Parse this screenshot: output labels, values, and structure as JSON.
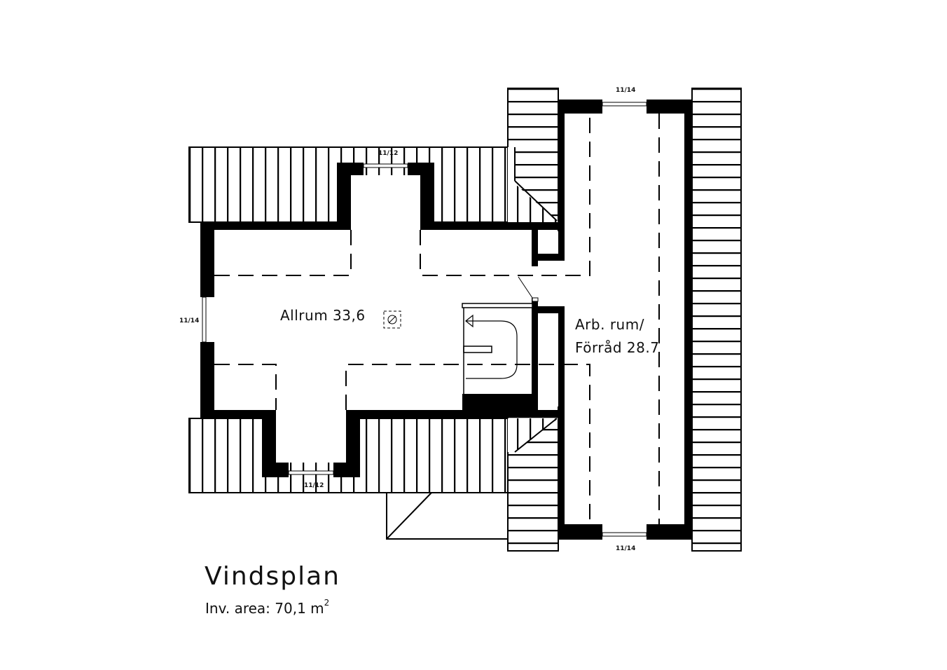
{
  "drawing": {
    "title": "Vindsplan",
    "subtitle_prefix": "Inv. area: ",
    "subtitle_value": "70,1 m",
    "subtitle_unit_sup": "2"
  },
  "rooms": [
    {
      "id": "allrum",
      "label": "Allrum 33,6",
      "name": "Allrum",
      "area": "33,6"
    },
    {
      "id": "arb-rum",
      "label_line1": "Arb. rum/",
      "label_line2": "Förråd 28.7",
      "name": "Arb. rum/Förråd",
      "area": "28.7"
    }
  ],
  "windows": [
    {
      "position": "top-left-dormer",
      "label": "11/12"
    },
    {
      "position": "bottom-left-dormer",
      "label": "11/12"
    },
    {
      "position": "left-gable",
      "label": "11/14"
    },
    {
      "position": "top-right-gable",
      "label": "11/14"
    },
    {
      "position": "bottom-right-gable",
      "label": "11/14"
    }
  ],
  "symbols": {
    "vent_icon": "ventilation-symbol",
    "stair_arrow": "stair-direction-arrow"
  },
  "colors": {
    "wall": "#000000",
    "background": "#ffffff",
    "line": "#000000"
  }
}
